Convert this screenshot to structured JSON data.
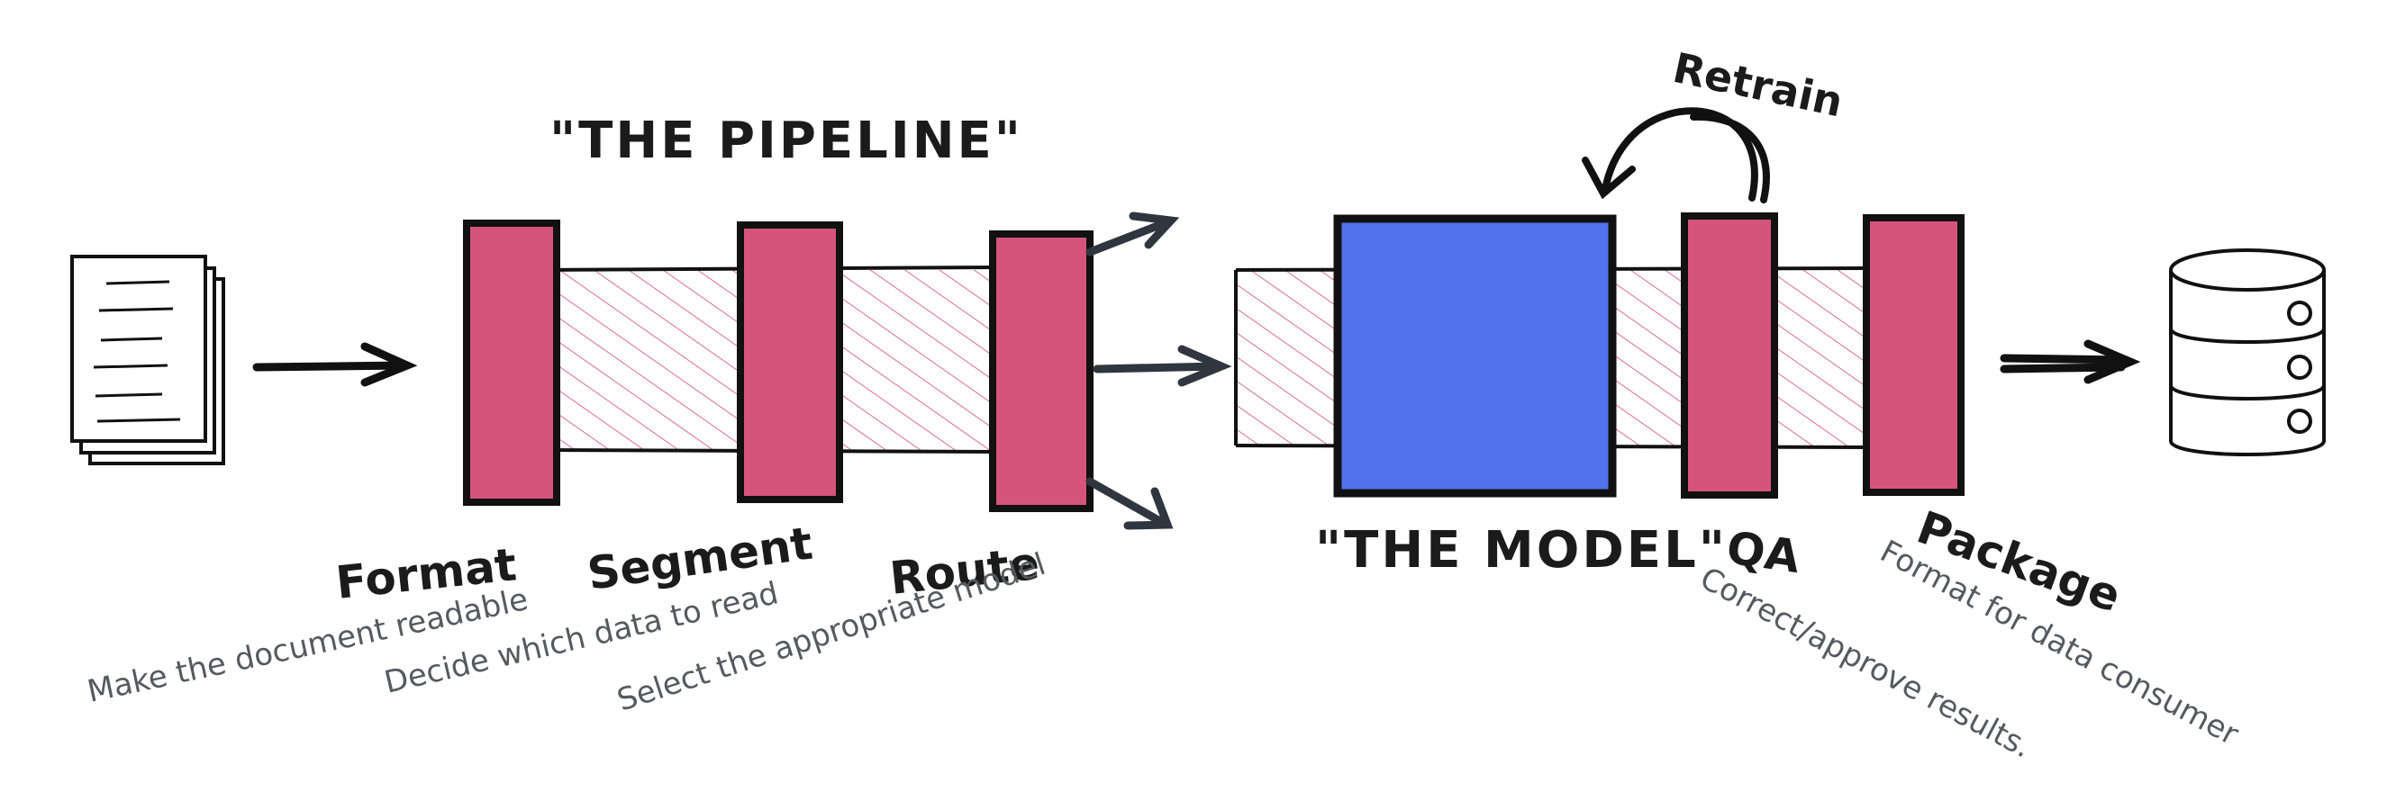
{
  "titles": {
    "pipeline": "\"THE PIPELINE\"",
    "model": "\"THE MODEL\"",
    "retrain": "Retrain"
  },
  "stages": {
    "format": {
      "label": "Format",
      "desc": "Make the document readable"
    },
    "segment": {
      "label": "Segment",
      "desc": "Decide which data to read"
    },
    "route": {
      "label": "Route",
      "desc": "Select the appropriate model"
    },
    "qa": {
      "label": "QA",
      "desc": "Correct/approve results."
    },
    "package": {
      "label": "Package",
      "desc": "Format for data consumer"
    }
  },
  "icons": {
    "input": "document-stack-icon",
    "output": "database-icon"
  },
  "colors": {
    "stage_fill": "#d5547b",
    "model_fill": "#5271ec",
    "hatch": "#d5547b",
    "outline": "#111111",
    "desc_text": "#555a60"
  }
}
